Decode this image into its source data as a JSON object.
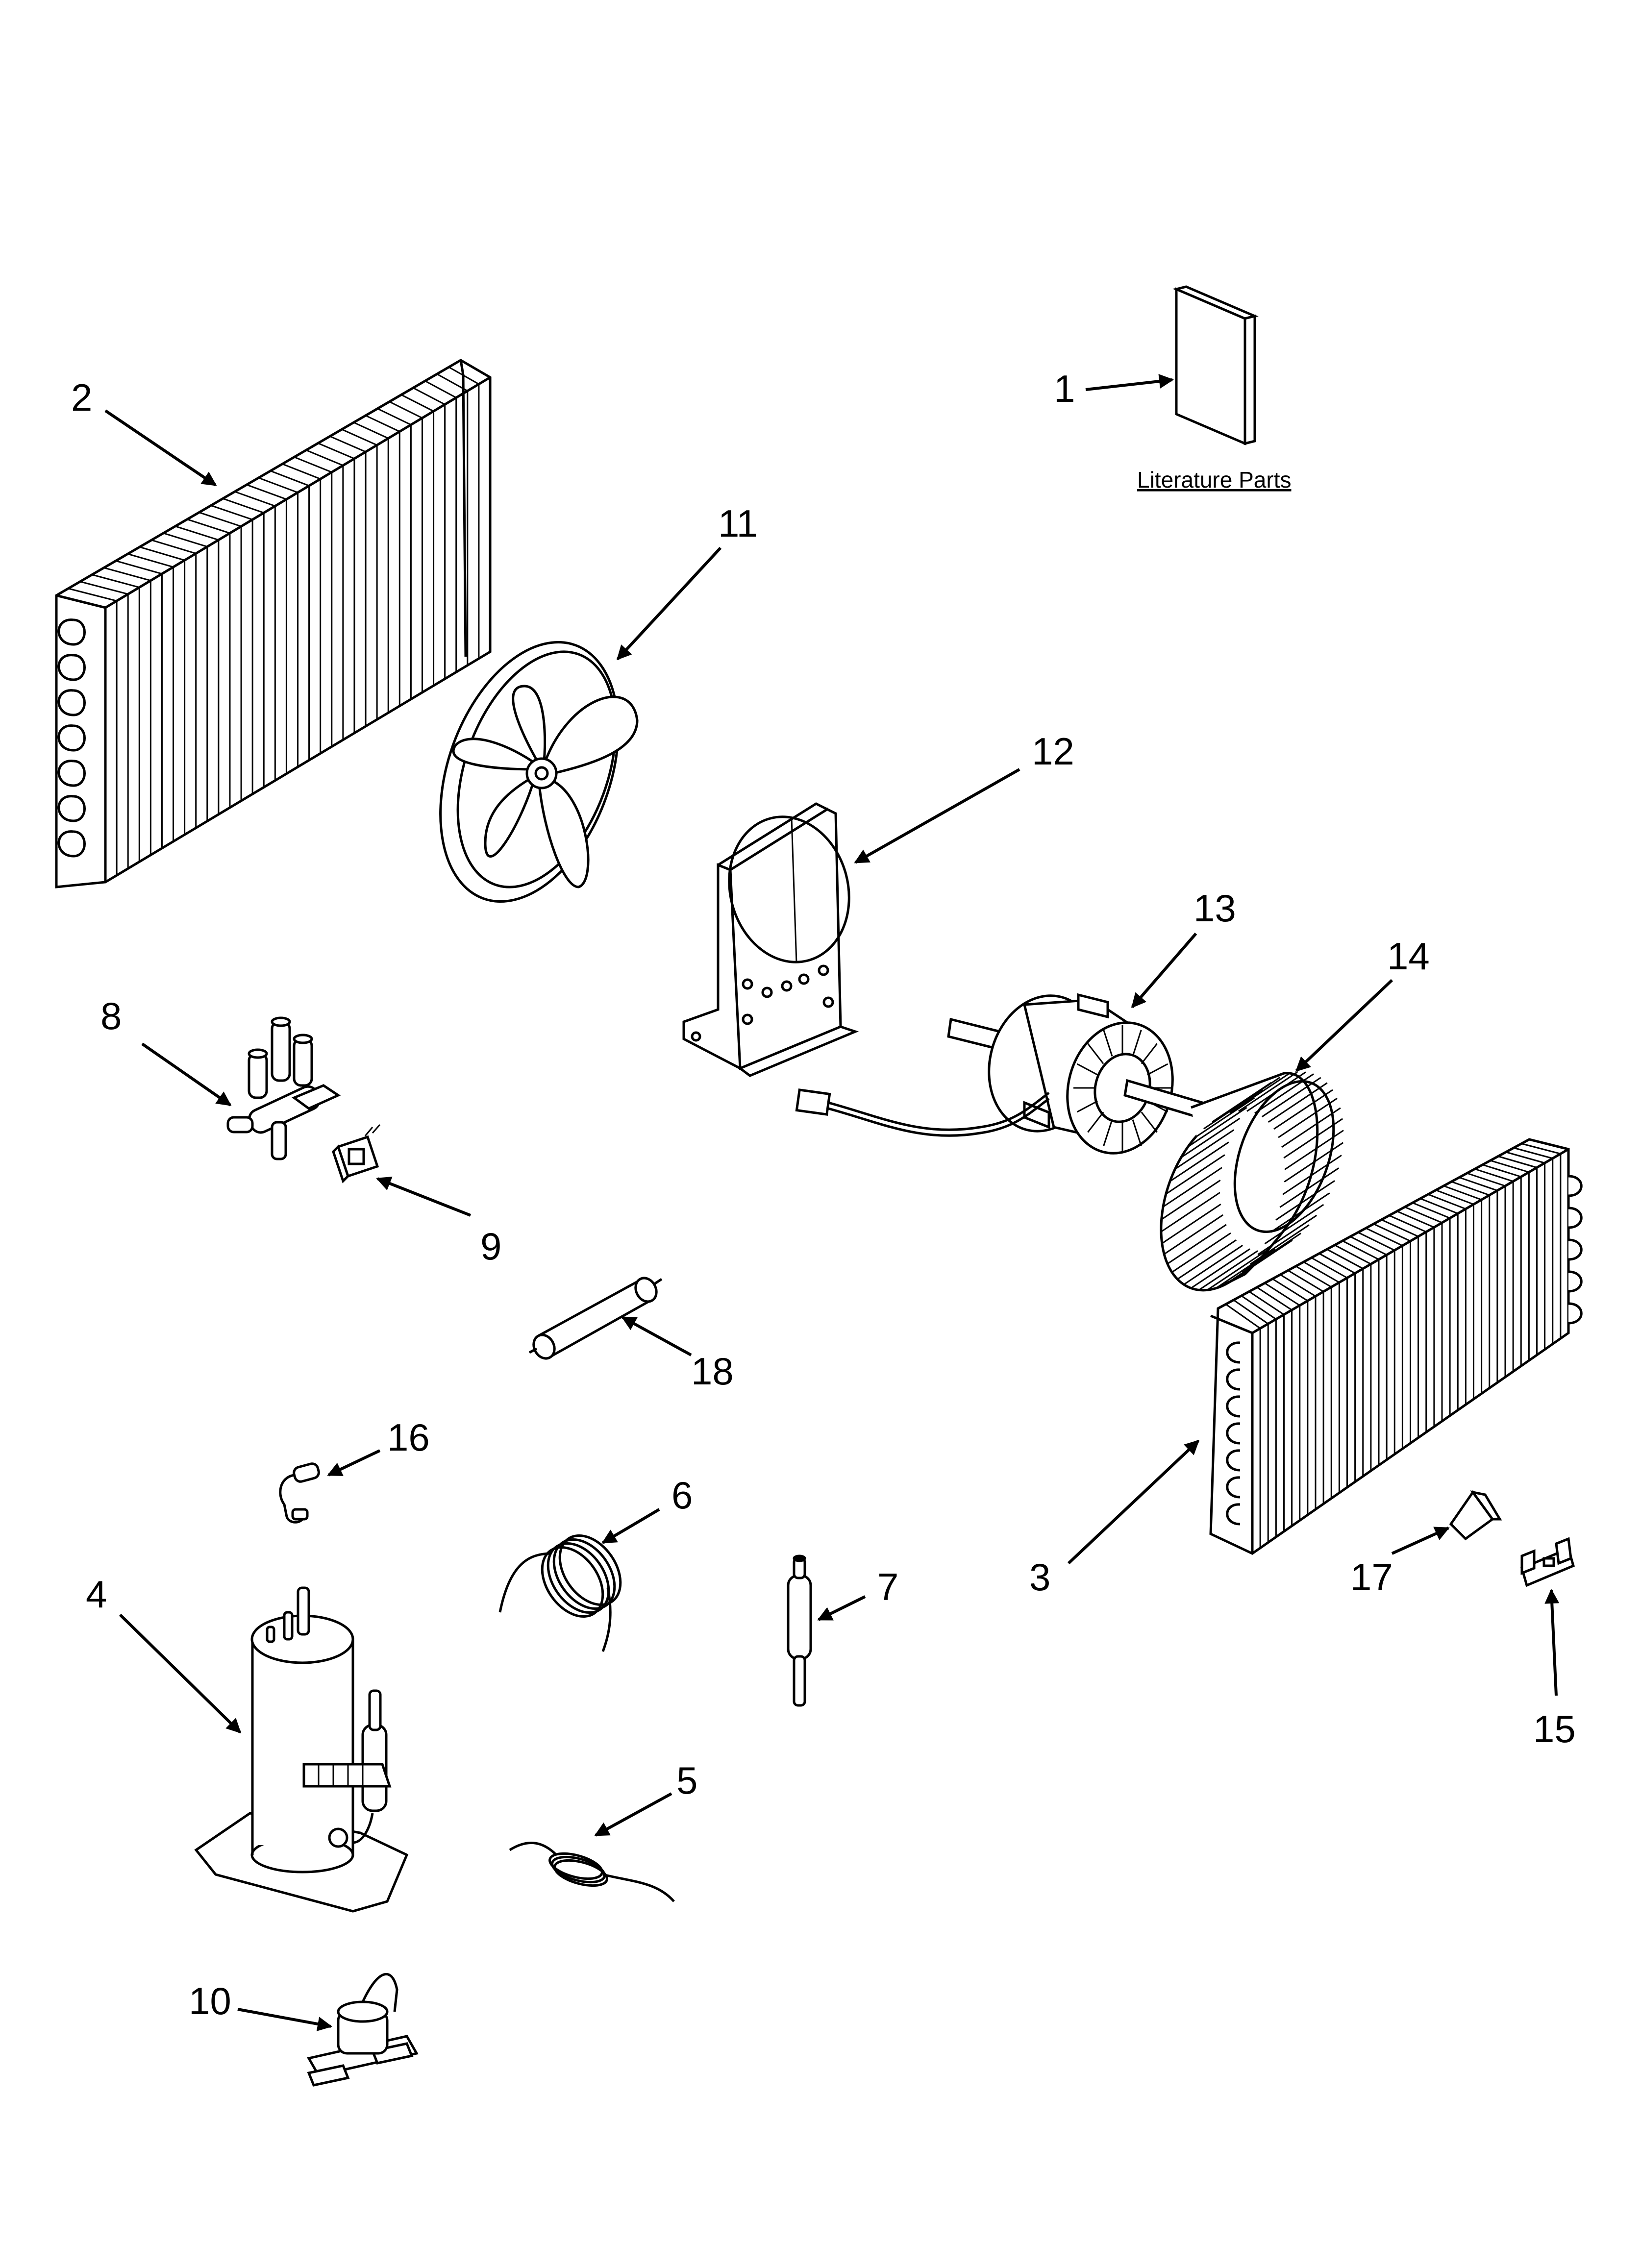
{
  "diagram": {
    "title": "",
    "literature_label": "Literature Parts",
    "callouts": [
      {
        "id": "1",
        "text": "1"
      },
      {
        "id": "2",
        "text": "2"
      },
      {
        "id": "3",
        "text": "3"
      },
      {
        "id": "4",
        "text": "4"
      },
      {
        "id": "5",
        "text": "5"
      },
      {
        "id": "6",
        "text": "6"
      },
      {
        "id": "7",
        "text": "7"
      },
      {
        "id": "8",
        "text": "8"
      },
      {
        "id": "9",
        "text": "9"
      },
      {
        "id": "10",
        "text": "10"
      },
      {
        "id": "11",
        "text": "11"
      },
      {
        "id": "12",
        "text": "12"
      },
      {
        "id": "13",
        "text": "13"
      },
      {
        "id": "14",
        "text": "14"
      },
      {
        "id": "15",
        "text": "15"
      },
      {
        "id": "16",
        "text": "16"
      },
      {
        "id": "17",
        "text": "17"
      },
      {
        "id": "18",
        "text": "18"
      }
    ]
  }
}
